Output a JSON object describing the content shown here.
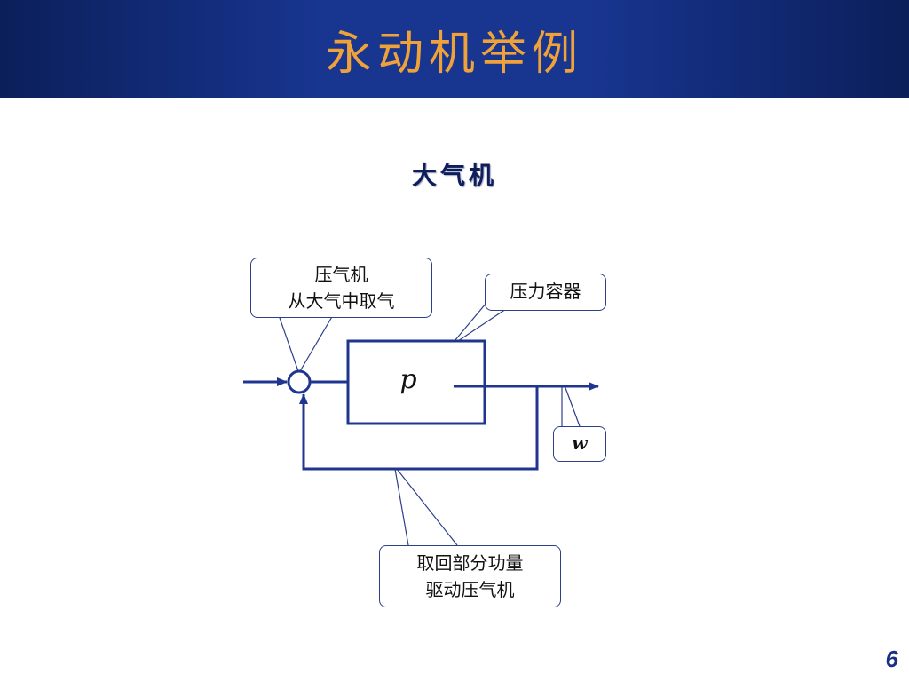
{
  "slide": {
    "title": "永动机举例",
    "subtitle": "大气机",
    "page_number": "6"
  },
  "diagram": {
    "callouts": {
      "compressor": [
        "压气机",
        "从大气中取气"
      ],
      "vessel": "压力容器",
      "work": "w",
      "recover": [
        "取回部分功量",
        "驱动压气机"
      ]
    },
    "vessel_label": "p"
  },
  "colors": {
    "title_bar": "#18358f",
    "title_text": "#f0a23a",
    "line": "#1f3590",
    "callout_border": "#2c3f8a"
  }
}
